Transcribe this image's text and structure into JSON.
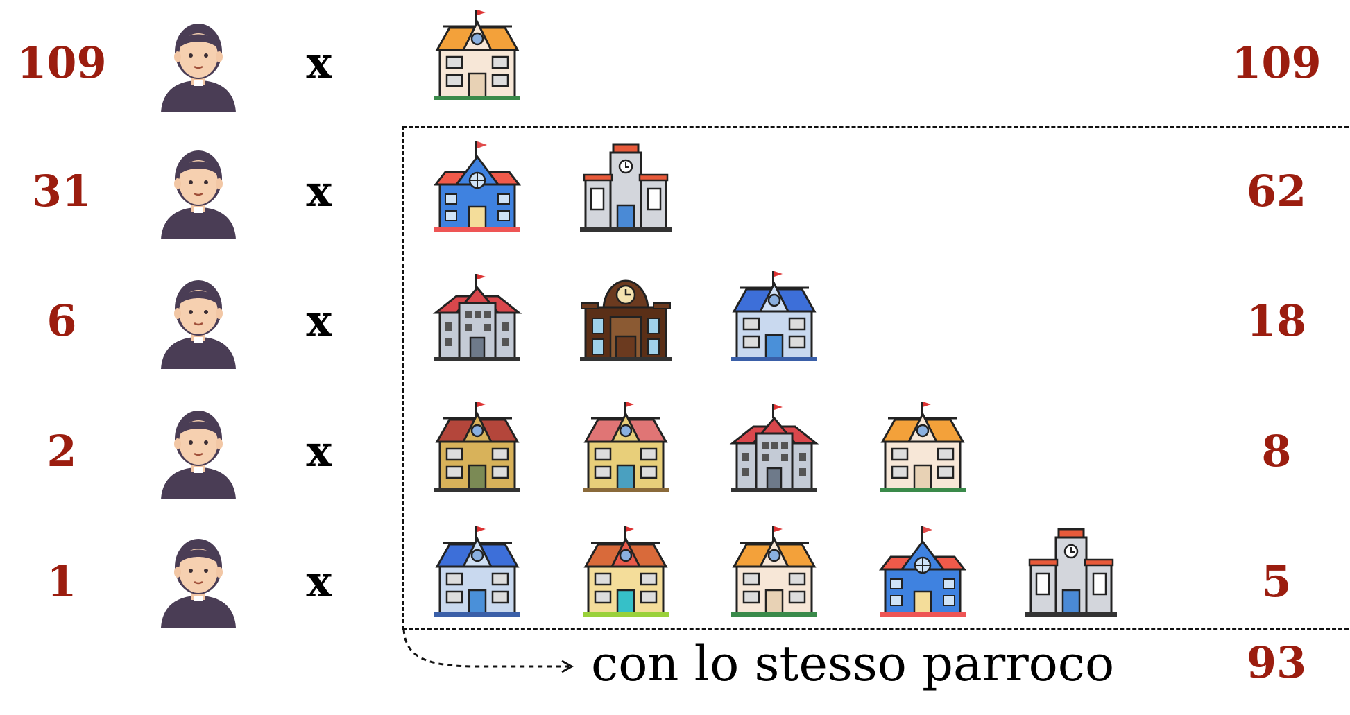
{
  "rows": [
    {
      "priests": "109",
      "multiplier": "x",
      "parishes": "109",
      "buildings": [
        "orange-school"
      ]
    },
    {
      "priests": "31",
      "multiplier": "x",
      "parishes": "62",
      "buildings": [
        "blue-church",
        "grey-tower"
      ]
    },
    {
      "priests": "6",
      "multiplier": "x",
      "parishes": "18",
      "buildings": [
        "grey-house",
        "brown-clocktower",
        "blue-school"
      ]
    },
    {
      "priests": "2",
      "multiplier": "x",
      "parishes": "8",
      "buildings": [
        "tan-school",
        "yellow-school",
        "grey-house",
        "orange-school"
      ]
    },
    {
      "priests": "1",
      "multiplier": "x",
      "parishes": "5",
      "buildings": [
        "blue-school",
        "red-school",
        "orange-school",
        "blue-church",
        "grey-tower"
      ]
    }
  ],
  "caption": "con lo stesso parroco",
  "total": "93",
  "colors": {
    "count_text": "#9b1d0f",
    "dashed_border": "#111111"
  },
  "icons": {
    "person": "priest-icon",
    "building": "parish-building-icon",
    "arrow": "dashed-arrow-icon"
  }
}
